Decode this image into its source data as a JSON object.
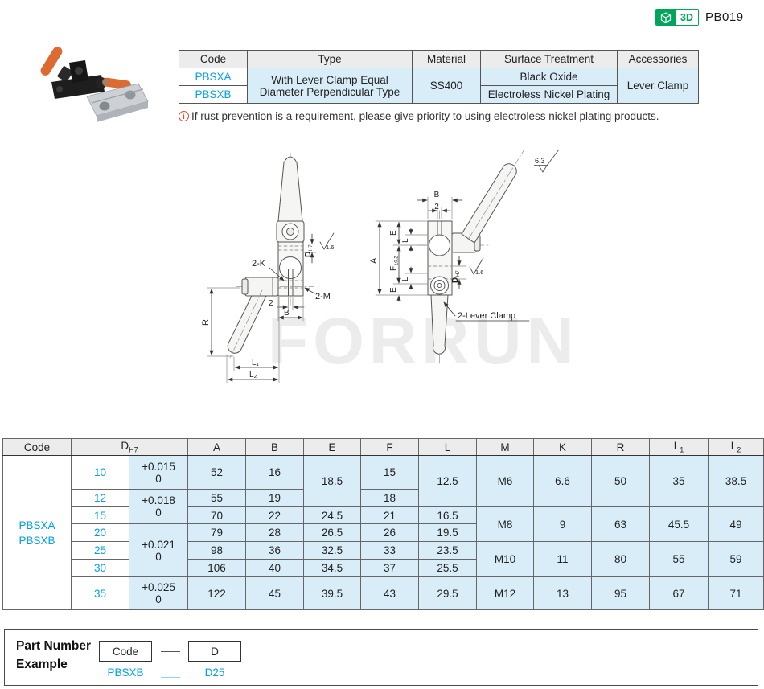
{
  "page": {
    "part_code": "PB019",
    "badge_3d_label": "3D"
  },
  "info_table": {
    "headers": [
      "Code",
      "Type",
      "Material",
      "Surface Treatment",
      "Accessories"
    ],
    "codes": [
      "PBSXA",
      "PBSXB"
    ],
    "type_value": "With Lever Clamp Equal Diameter Perpendicular Type",
    "material_value": "SS400",
    "surface_values": [
      "Black Oxide",
      "Electroless Nickel Plating"
    ],
    "accessories_value": "Lever Clamp"
  },
  "note": {
    "icon": "i",
    "text": "If rust prevention is a requirement, please give priority to using electroless nickel plating products."
  },
  "drawing": {
    "watermark": "FORRUN",
    "roughness_global": "6.3",
    "left": {
      "k_label": "2-K",
      "m_label": "2-M",
      "slot_width": "2",
      "b": "B",
      "r": "R",
      "l1": "L₁",
      "l2": "L₂",
      "bore_d": "D",
      "bore_sub": "H7",
      "roughness": "1.6"
    },
    "right": {
      "b": "B",
      "slot_width": "2",
      "a": "A",
      "e_top": "E",
      "l_top": "L",
      "f": "F",
      "f_tol": "±0.2",
      "e_bottom": "E",
      "l_bottom": "L",
      "bore_d": "D",
      "bore_sub": "H7",
      "roughness": "1.6",
      "lever_label": "2-Lever Clamp"
    }
  },
  "dim_table": {
    "headers": {
      "code": "Code",
      "d": "D",
      "d_sub": "H7",
      "a": "A",
      "b": "B",
      "e": "E",
      "f": "F",
      "l": "L",
      "m": "M",
      "k": "K",
      "r": "R",
      "l1": "L",
      "l1_sub": "1",
      "l2": "L",
      "l2_sub": "2"
    },
    "code_lines": [
      "PBSXA",
      "PBSXB"
    ],
    "rows": [
      {
        "d": "10",
        "tol_upper": "+0.015",
        "tol_lower": "0",
        "a": "52",
        "b": "16",
        "e": "18.5",
        "f": "15",
        "l": "12.5",
        "m": "M6",
        "k": "6.6",
        "r": "50",
        "l1": "35",
        "l2": "38.5"
      },
      {
        "d": "12",
        "tol_upper": "+0.018",
        "tol_lower": "0",
        "a": "55",
        "b": "19",
        "f": "18"
      },
      {
        "d": "15",
        "a": "70",
        "b": "22",
        "e": "24.5",
        "f": "21",
        "l": "16.5",
        "m": "M8",
        "k": "9",
        "r": "63",
        "l1": "45.5",
        "l2": "49"
      },
      {
        "d": "20",
        "tol_upper": "+0.021",
        "tol_lower": "0",
        "a": "79",
        "b": "28",
        "e": "26.5",
        "f": "26",
        "l": "19.5"
      },
      {
        "d": "25",
        "a": "98",
        "b": "36",
        "e": "32.5",
        "f": "33",
        "l": "23.5",
        "m": "M10",
        "k": "11",
        "r": "80",
        "l1": "55",
        "l2": "59"
      },
      {
        "d": "30",
        "a": "106",
        "b": "40",
        "e": "34.5",
        "f": "37",
        "l": "25.5"
      },
      {
        "d": "35",
        "tol_upper": "+0.025",
        "tol_lower": "0",
        "a": "122",
        "b": "45",
        "e": "39.5",
        "f": "43",
        "l": "29.5",
        "m": "M12",
        "k": "13",
        "r": "95",
        "l1": "67",
        "l2": "71"
      }
    ]
  },
  "part_number_example": {
    "title_line1": "Part Number",
    "title_line2": "Example",
    "box_code_label": "Code",
    "box_d_label": "D",
    "example_code": "PBSXB",
    "example_d": "D25"
  }
}
